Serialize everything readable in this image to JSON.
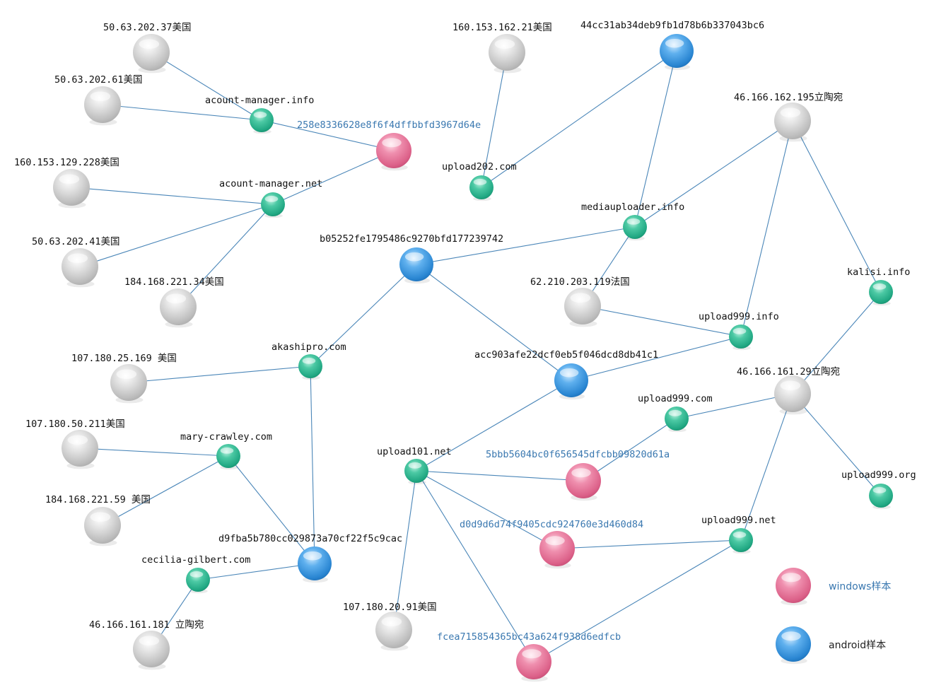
{
  "colors": {
    "edge": "#4a86b8",
    "ip": "#c4c4c4",
    "domain": "#27b38f",
    "android": "#2f8fd8",
    "windows": "#e2698f",
    "sample_label": "#3a78b0",
    "text": "#111111"
  },
  "legend": [
    {
      "type": "windows",
      "label": "windows样本",
      "color": "#3a78b0"
    },
    {
      "type": "android",
      "label": "android样本",
      "color": "#222222"
    }
  ],
  "nodes": [
    {
      "id": "ip1",
      "type": "ip",
      "label": "50.63.202.37美国"
    },
    {
      "id": "ip2",
      "type": "ip",
      "label": "50.63.202.61美国"
    },
    {
      "id": "ip3",
      "type": "ip",
      "label": "160.153.129.228美国"
    },
    {
      "id": "ip4",
      "type": "ip",
      "label": "50.63.202.41美国"
    },
    {
      "id": "ip5",
      "type": "ip",
      "label": "184.168.221.34美国"
    },
    {
      "id": "ip6",
      "type": "ip",
      "label": "107.180.25.169 美国"
    },
    {
      "id": "ip7",
      "type": "ip",
      "label": "107.180.50.211美国"
    },
    {
      "id": "ip8",
      "type": "ip",
      "label": "184.168.221.59 美国"
    },
    {
      "id": "ip9",
      "type": "ip",
      "label": "46.166.161.181 立陶宛"
    },
    {
      "id": "ip10",
      "type": "ip",
      "label": "107.180.20.91美国"
    },
    {
      "id": "ip11",
      "type": "ip",
      "label": "160.153.162.21美国"
    },
    {
      "id": "ip12",
      "type": "ip",
      "label": "46.166.162.195立陶宛"
    },
    {
      "id": "ip13",
      "type": "ip",
      "label": "62.210.203.119法国"
    },
    {
      "id": "ip14",
      "type": "ip",
      "label": "46.166.161.29立陶宛"
    },
    {
      "id": "d1",
      "type": "domain",
      "label": "acount-manager.info"
    },
    {
      "id": "d2",
      "type": "domain",
      "label": "acount-manager.net"
    },
    {
      "id": "d3",
      "type": "domain",
      "label": "akashipro.com"
    },
    {
      "id": "d4",
      "type": "domain",
      "label": "mary-crawley.com"
    },
    {
      "id": "d5",
      "type": "domain",
      "label": "cecilia-gilbert.com"
    },
    {
      "id": "d6",
      "type": "domain",
      "label": "upload202.com"
    },
    {
      "id": "d7",
      "type": "domain",
      "label": "mediauploader.info"
    },
    {
      "id": "d8",
      "type": "domain",
      "label": "upload999.info"
    },
    {
      "id": "d9",
      "type": "domain",
      "label": "kalisi.info"
    },
    {
      "id": "d10",
      "type": "domain",
      "label": "upload999.com"
    },
    {
      "id": "d11",
      "type": "domain",
      "label": "upload101.net"
    },
    {
      "id": "d12",
      "type": "domain",
      "label": "upload999.org"
    },
    {
      "id": "d13",
      "type": "domain",
      "label": "upload999.net"
    },
    {
      "id": "w1",
      "type": "windows",
      "label": "258e8336628e8f6f4dffbbfd3967d64e"
    },
    {
      "id": "w2",
      "type": "windows",
      "label": "5bbb5604bc0f656545dfcbb09820d61a"
    },
    {
      "id": "w3",
      "type": "windows",
      "label": "d0d9d6d74f9405cdc924760e3d460d84"
    },
    {
      "id": "w4",
      "type": "windows",
      "label": "fcea715854365bc43a624f938d6edfcb"
    },
    {
      "id": "a1",
      "type": "android",
      "label": "44cc31ab34deb9fb1d78b6b337043bc6"
    },
    {
      "id": "a2",
      "type": "android",
      "label": "b05252fe1795486c9270bfd177239742"
    },
    {
      "id": "a3",
      "type": "android",
      "label": "acc903afe22dcf0eb5f046dcd8db41c1"
    },
    {
      "id": "a4",
      "type": "android",
      "label": "d9fba5b780cc029873a70cf22f5c9cac"
    }
  ],
  "edges": [
    [
      "ip1",
      "d1"
    ],
    [
      "ip2",
      "d1"
    ],
    [
      "d1",
      "w1"
    ],
    [
      "w1",
      "d2"
    ],
    [
      "ip3",
      "d2"
    ],
    [
      "ip4",
      "d2"
    ],
    [
      "ip5",
      "d2"
    ],
    [
      "a2",
      "d3"
    ],
    [
      "ip6",
      "d3"
    ],
    [
      "d3",
      "a4"
    ],
    [
      "ip7",
      "d4"
    ],
    [
      "ip8",
      "d4"
    ],
    [
      "d4",
      "a4"
    ],
    [
      "a4",
      "d5"
    ],
    [
      "d5",
      "ip9"
    ],
    [
      "ip11",
      "d6"
    ],
    [
      "d6",
      "a1"
    ],
    [
      "a1",
      "d7"
    ],
    [
      "a2",
      "d7"
    ],
    [
      "d7",
      "ip12"
    ],
    [
      "d7",
      "ip13"
    ],
    [
      "ip13",
      "d8"
    ],
    [
      "ip12",
      "d8"
    ],
    [
      "ip12",
      "d9"
    ],
    [
      "d9",
      "ip14"
    ],
    [
      "d8",
      "a3"
    ],
    [
      "a2",
      "a3"
    ],
    [
      "a3",
      "d11"
    ],
    [
      "d11",
      "ip10"
    ],
    [
      "d11",
      "w2"
    ],
    [
      "w2",
      "d10"
    ],
    [
      "d10",
      "ip14"
    ],
    [
      "ip14",
      "d12"
    ],
    [
      "ip14",
      "d13"
    ],
    [
      "d11",
      "w3"
    ],
    [
      "w3",
      "d13"
    ],
    [
      "d11",
      "w4"
    ],
    [
      "w4",
      "d13"
    ]
  ]
}
